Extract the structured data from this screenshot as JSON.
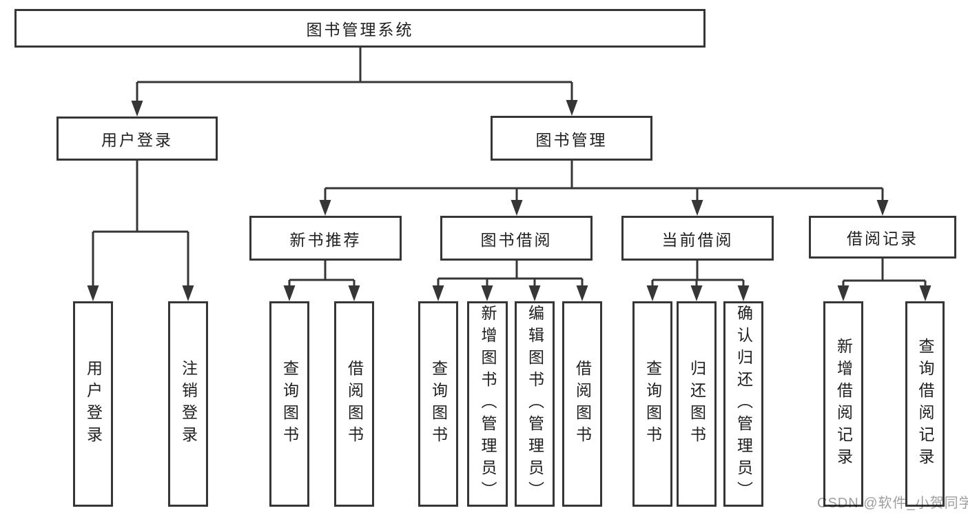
{
  "diagram": {
    "root": {
      "label": "图书管理系统"
    },
    "branches": [
      {
        "label": "用户登录",
        "leaves": [
          {
            "label": "用户登录"
          },
          {
            "label": "注销登录"
          }
        ]
      },
      {
        "label": "图书管理",
        "groups": [
          {
            "label": "新书推荐",
            "leaves": [
              {
                "label": "查询图书"
              },
              {
                "label": "借阅图书"
              }
            ]
          },
          {
            "label": "图书借阅",
            "leaves": [
              {
                "label": "查询图书"
              },
              {
                "label": "新增图书（管理员）"
              },
              {
                "label": "编辑图书（管理员）"
              },
              {
                "label": "借阅图书"
              }
            ]
          },
          {
            "label": "当前借阅",
            "leaves": [
              {
                "label": "查询图书"
              },
              {
                "label": "归还图书"
              },
              {
                "label": "确认归还（管理员）"
              }
            ]
          },
          {
            "label": "借阅记录",
            "leaves": [
              {
                "label": "新增借阅记录"
              },
              {
                "label": "查询借阅记录"
              }
            ]
          }
        ]
      }
    ]
  },
  "watermark": {
    "label": "CSDN @软件_小贺同学"
  },
  "colors": {
    "line": "#363636",
    "text": "#202020",
    "watermark": "#9e9e9e",
    "background": "#ffffff"
  }
}
